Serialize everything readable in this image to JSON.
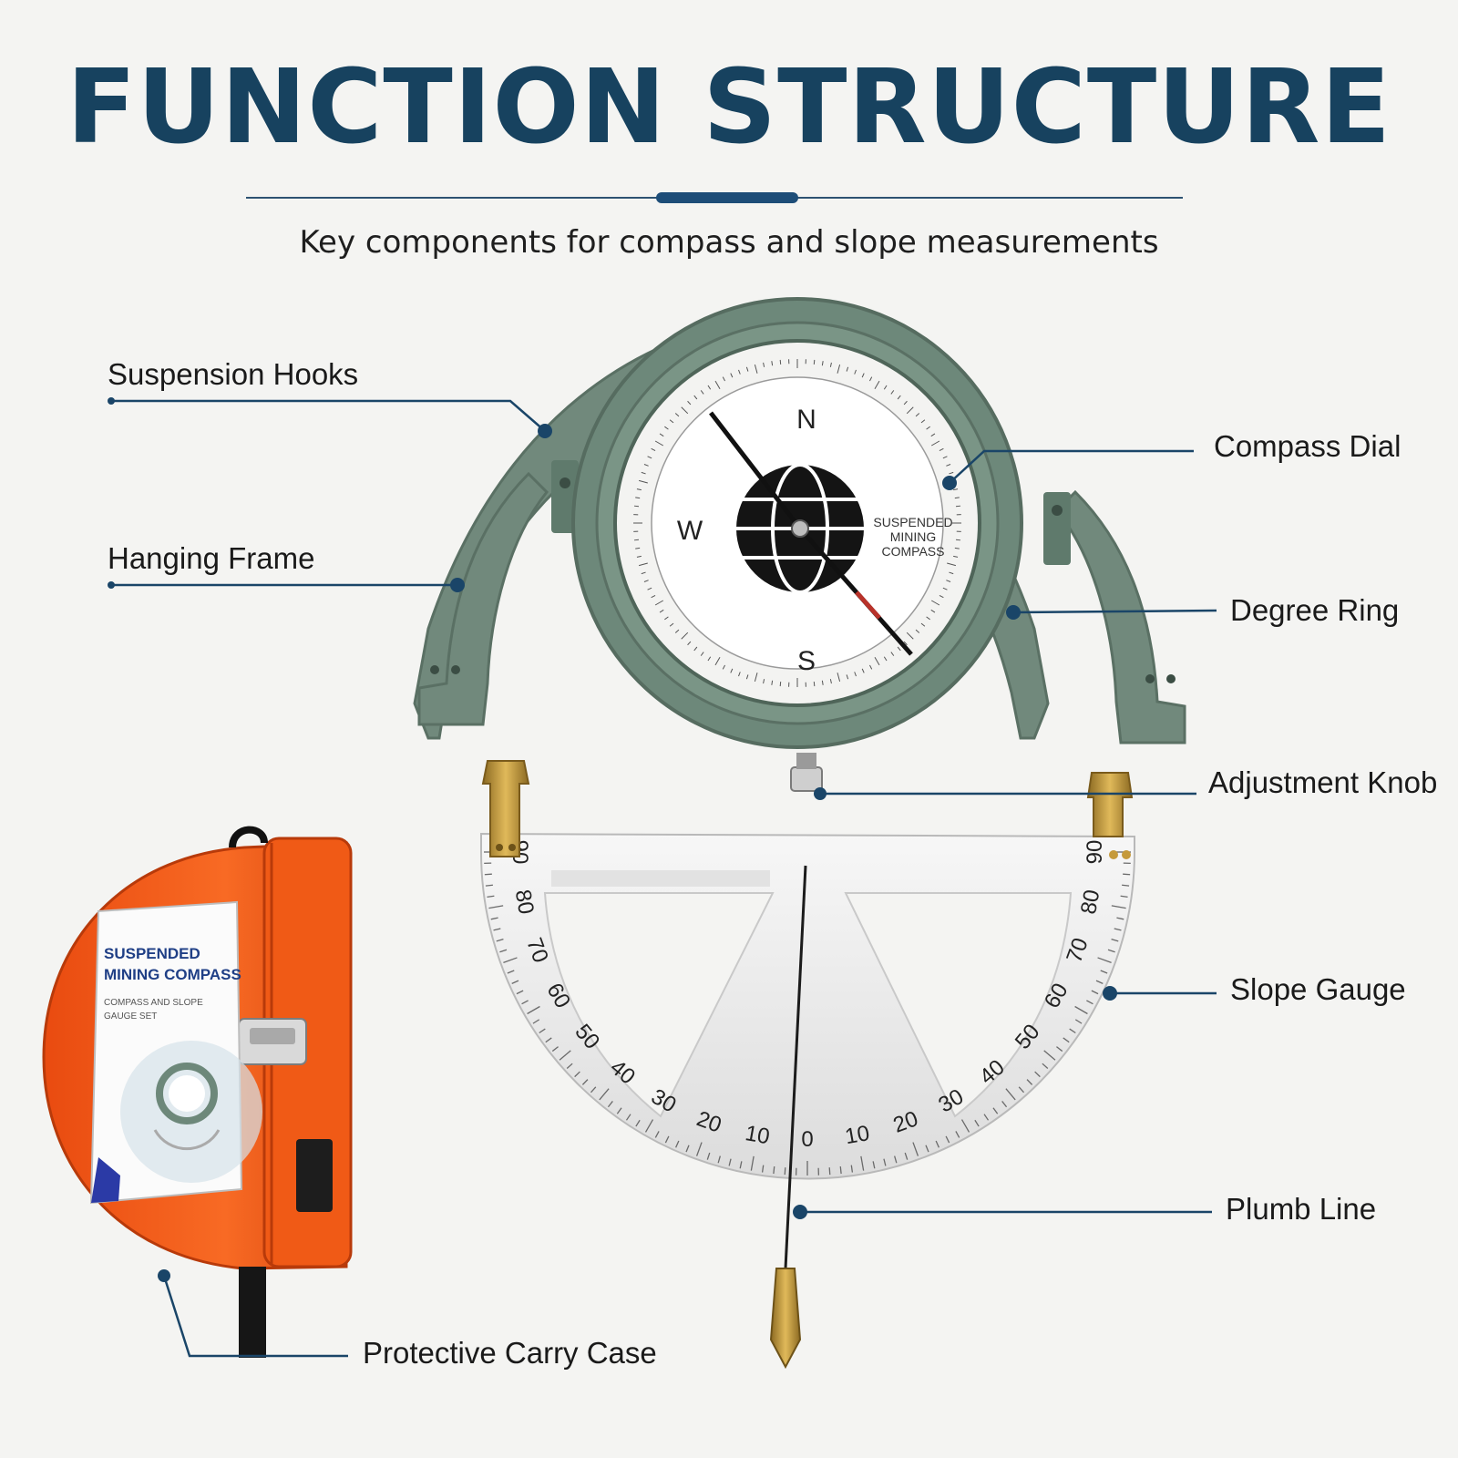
{
  "header": {
    "title": "FUNCTION STRUCTURE",
    "subtitle": "Key components for compass and slope measurements"
  },
  "callouts": {
    "suspension_hooks": "Suspension Hooks",
    "hanging_frame": "Hanging Frame",
    "compass_dial": "Compass Dial",
    "degree_ring": "Degree Ring",
    "adjustment_knob": "Adjustment Knob",
    "slope_gauge": "Slope Gauge",
    "plumb_line": "Plumb Line",
    "protective_carry_case": "Protective Carry Case"
  },
  "compass": {
    "north": "N",
    "south": "S",
    "west": "W",
    "face_text": [
      "SUSPENDED",
      "MINING",
      "COMPASS"
    ]
  },
  "slope_gauge": {
    "left_scale": [
      "0",
      "10",
      "20",
      "30",
      "40",
      "50",
      "60",
      "70",
      "80",
      "90"
    ],
    "right_scale": [
      "10",
      "20",
      "30",
      "40",
      "50",
      "60",
      "70",
      "80",
      "90"
    ]
  },
  "case": {
    "booklet_title_1": "SUSPENDED",
    "booklet_title_2": "MINING COMPASS",
    "booklet_sub_1": "COMPASS AND SLOPE",
    "booklet_sub_2": "GAUGE SET"
  },
  "colors": {
    "title": "#17425f",
    "accent": "#1d4d78",
    "frame_green": "#6f8a7c",
    "case_orange": "#f25a14",
    "brass": "#c59a3a"
  }
}
